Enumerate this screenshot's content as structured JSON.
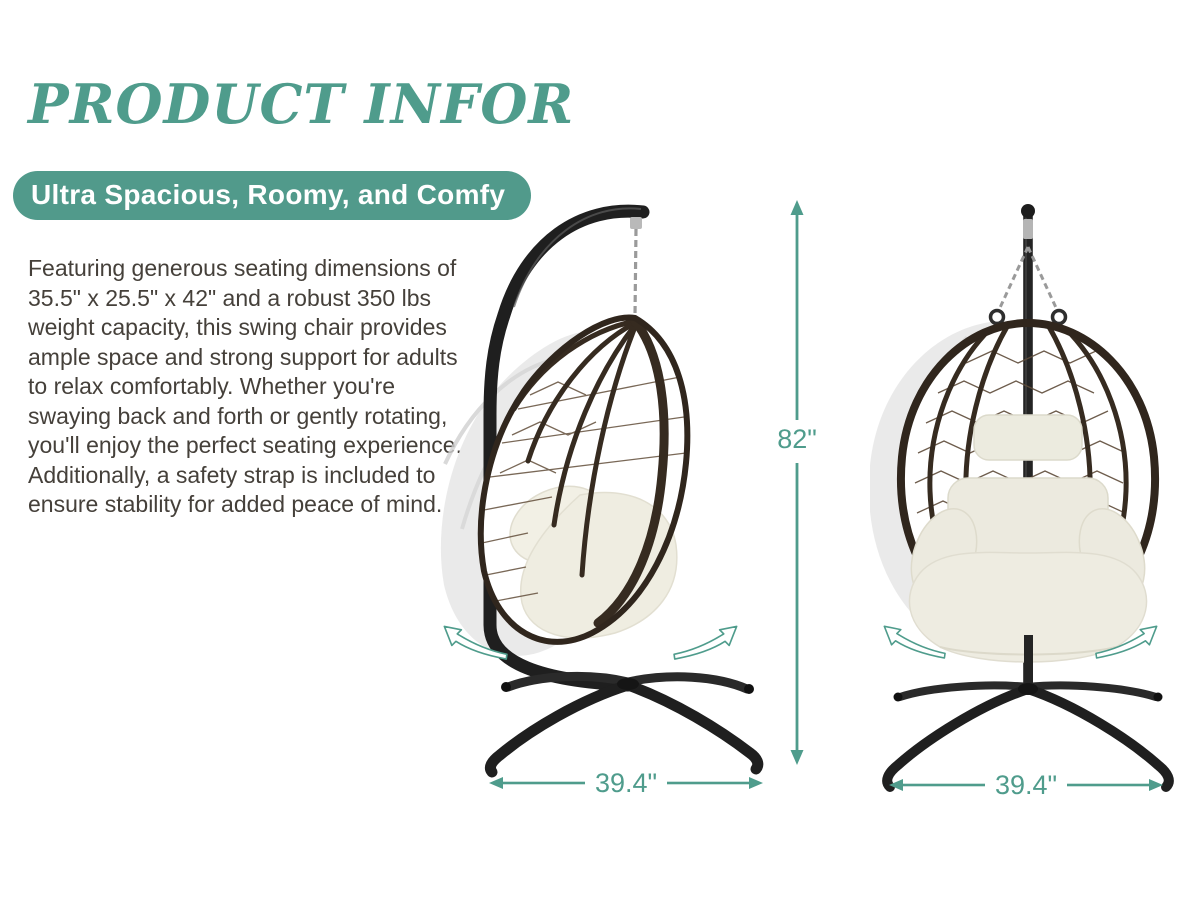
{
  "title": "PRODUCT INFOR",
  "tagline_badge": "Ultra Spacious, Roomy, and Comfy",
  "description": "Featuring generous seating dimensions of 35.5\" x 25.5\" x 42\" and a robust 350 lbs weight capacity, this swing chair provides ample space and strong support for adults to relax comfortably. Whether you're swaying back and forth or gently rotating, you'll enjoy the perfect seating experience.   Additionally, a safety strap is included to ensure stability for added peace of mind.",
  "dimensions": {
    "overall_height": "82\"",
    "base_width_side_view": "39.4\"",
    "base_width_front_view": "39.4\""
  },
  "figures": {
    "left": "hanging-egg-swing-chair-side-view",
    "right": "hanging-egg-swing-chair-front-view"
  },
  "icons": {
    "height_arrow": "double-headed-vertical-arrow",
    "width_arrow": "double-headed-horizontal-arrow",
    "swing_arrow": "curved-swing-motion-arrow"
  },
  "colors": {
    "accent_teal": "#4f9c8c",
    "body_text": "#45403a",
    "frame_black": "#1f1f1f",
    "rattan_brown": "#362b20",
    "cushion_cream": "#efede1",
    "shadow_gray": "#e3e3e3",
    "chain_silver": "#9a9a9a",
    "background": "#ffffff"
  }
}
